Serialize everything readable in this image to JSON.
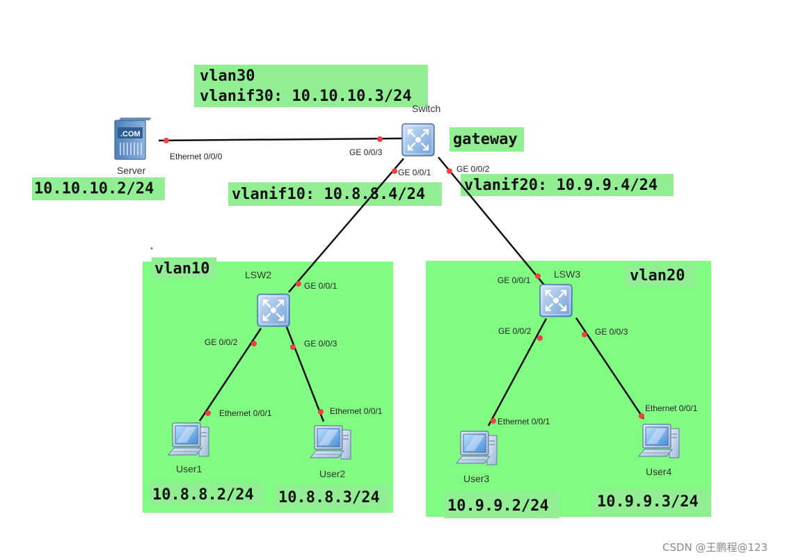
{
  "labels": {
    "vlan30": "vlan30",
    "vlanif30": "vlanif30: 10.10.10.3/24",
    "gateway": "gateway",
    "server_ip": "10.10.10.2/24",
    "vlanif10": "vlanif10: 10.8.8.4/24",
    "vlanif20": "vlanif20: 10.9.9.4/24",
    "vlan10": "vlan10",
    "vlan20": "vlan20",
    "user1_ip": "10.8.8.2/24",
    "user2_ip": "10.8.8.3/24",
    "user3_ip": "10.9.9.2/24",
    "user4_ip": "10.9.9.3/24"
  },
  "devices": {
    "switch": "Switch",
    "server": "Server",
    "lsw2": "LSW2",
    "lsw3": "LSW3",
    "user1": "User1",
    "user2": "User2",
    "user3": "User3",
    "user4": "User4"
  },
  "ports": {
    "server_eth": "Ethernet 0/0/0",
    "switch_ge003": "GE 0/0/3",
    "switch_ge001": "GE 0/0/1",
    "switch_ge002": "GE 0/0/2",
    "lsw2_ge001": "GE 0/0/1",
    "lsw2_ge002": "GE 0/0/2",
    "lsw2_ge003": "GE 0/0/3",
    "lsw3_ge001": "GE 0/0/1",
    "lsw3_ge002": "GE 0/0/2",
    "lsw3_ge003": "GE 0/0/3",
    "user1_eth": "Ethernet 0/0/1",
    "user2_eth": "Ethernet 0/0/1",
    "user3_eth": "Ethernet 0/0/1",
    "user4_eth": "Ethernet 0/0/1"
  },
  "icons": {
    "server_badge": ".COM"
  },
  "watermark": "CSDN @王鹏程@123",
  "colors": {
    "vlan_area": "#82fb82",
    "label_bg": "#92ee92",
    "port_dot": "#f04040",
    "link": "#111111",
    "device_blue": "#7aa5d8"
  }
}
